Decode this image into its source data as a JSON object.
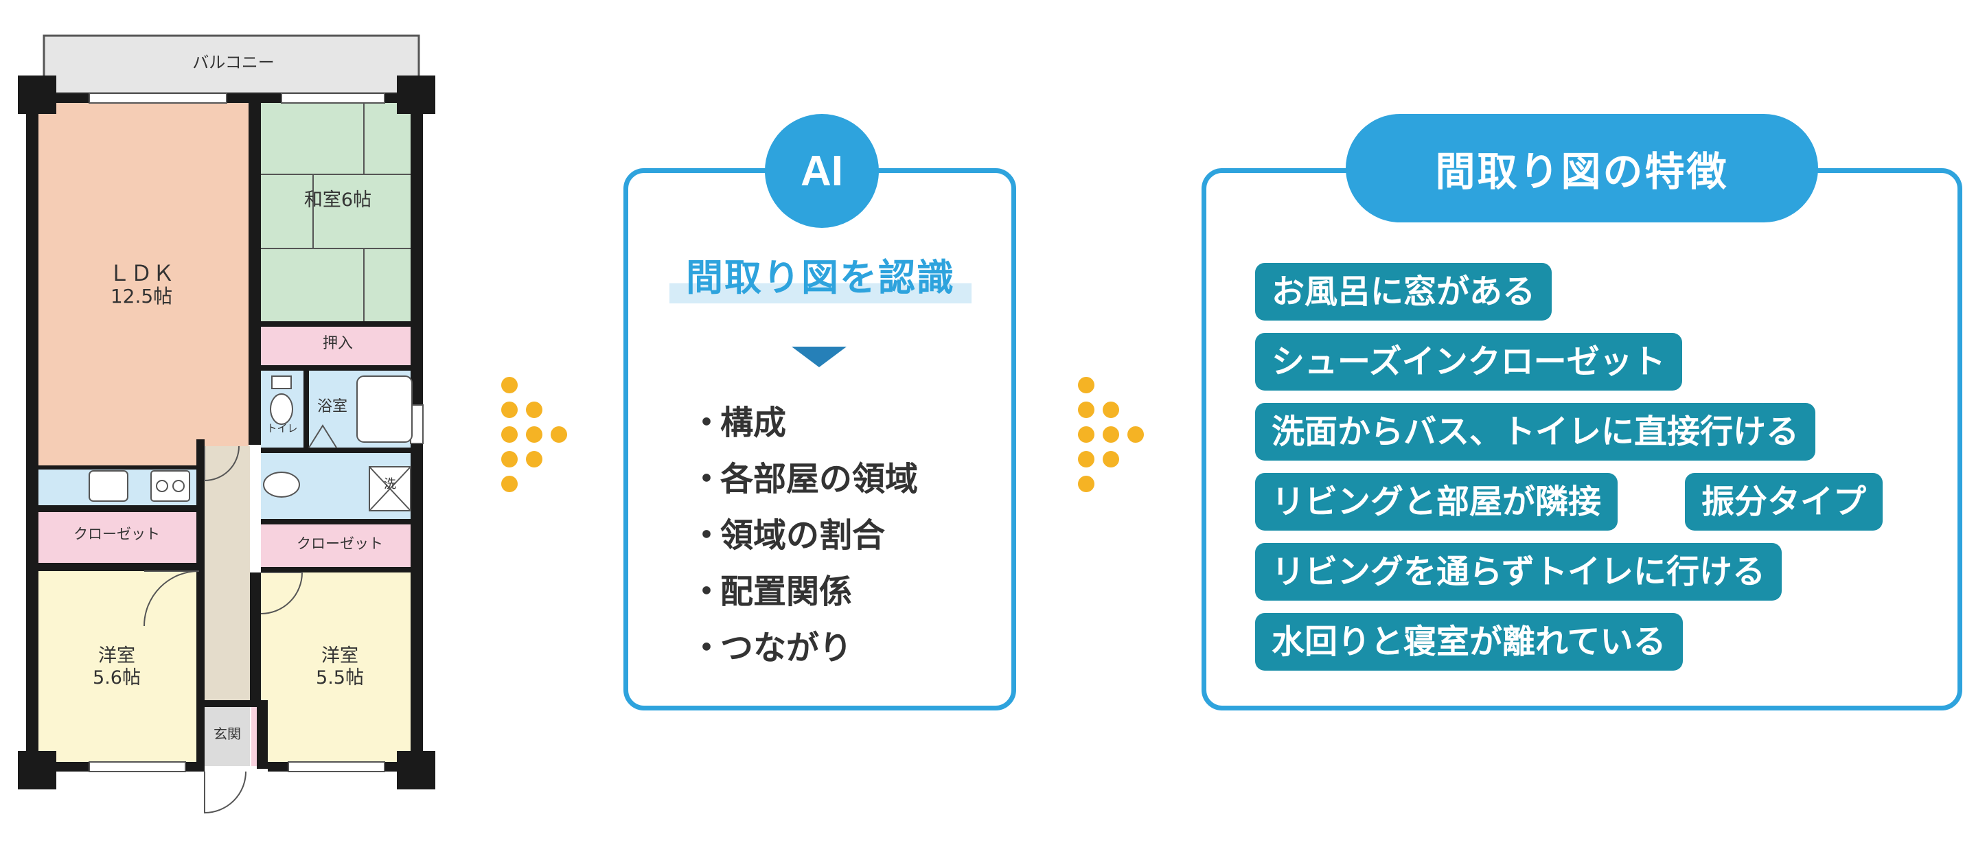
{
  "floorplan": {
    "balcony": "バルコニー",
    "ldk_name": "ＬＤＫ",
    "ldk_size": "12.5帖",
    "washitsu": "和室6帖",
    "oshiire": "押入",
    "bath": "浴室",
    "toilet": "トイレ",
    "wash": "洗",
    "closet_left": "クローゼット",
    "closet_right": "クローゼット",
    "yoshitsu1_name": "洋室",
    "yoshitsu1_size": "5.6帖",
    "yoshitsu2_name": "洋室",
    "yoshitsu2_size": "5.5帖",
    "genkan": "玄関"
  },
  "ai_panel": {
    "badge": "AI",
    "heading": "間取り図を認識",
    "bullet": "・",
    "items": [
      "構成",
      "各部屋の領域",
      "領域の割合",
      "配置関係",
      "つながり"
    ]
  },
  "features_panel": {
    "title": "間取り図の特徴",
    "tags": [
      "お風呂に窓がある",
      "シューズインクローゼット",
      "洗面からバス、トイレに直接行ける",
      "リビングと部屋が隣接",
      "振分タイプ",
      "リビングを通らずトイレに行ける",
      "水回りと寝室が離れている"
    ]
  },
  "colors": {
    "accent_blue": "#2ea3dd",
    "tag_teal": "#1a8fa8",
    "arrow_dots": "#f5b324",
    "ldk": "#f5cdb5",
    "washitsu": "#cde6cf",
    "yoshitsu": "#fcf6d2",
    "closet": "#f7d2de",
    "water": "#cfe8f6",
    "hall": "#e4dccb"
  }
}
